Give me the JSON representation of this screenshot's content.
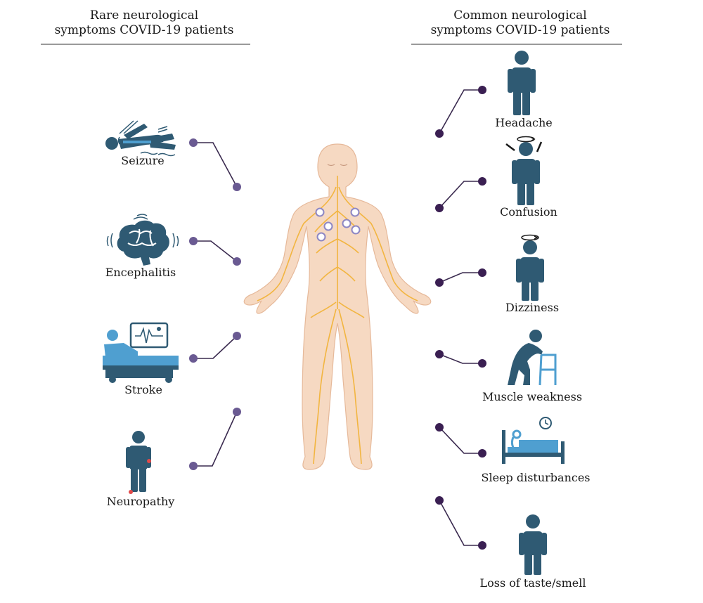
{
  "headings": {
    "rare": [
      "Rare neurological",
      "symptoms COVID-19 patients"
    ],
    "common": [
      "Common neurological",
      "symptoms COVID-19 patients"
    ]
  },
  "rare_symptoms": [
    {
      "label": "Seizure",
      "icon": "seizure-icon"
    },
    {
      "label": "Encephalitis",
      "icon": "brain-icon"
    },
    {
      "label": "Stroke",
      "icon": "hospital-bed-monitor-icon"
    },
    {
      "label": "Neuropathy",
      "icon": "person-nerve-pain-icon"
    }
  ],
  "common_symptoms": [
    {
      "label": "Headache",
      "icon": "person-icon"
    },
    {
      "label": "Confusion",
      "icon": "person-confusion-icon"
    },
    {
      "label": "Dizziness",
      "icon": "person-dizzy-icon"
    },
    {
      "label": "Muscle weakness",
      "icon": "person-walker-icon"
    },
    {
      "label": "Sleep disturbances",
      "icon": "bed-clock-icon"
    },
    {
      "label": "Loss of taste/smell",
      "icon": "person-icon"
    }
  ],
  "colors": {
    "icon": "#2f5a73",
    "icon_light": "#4f9fd0",
    "connector_line": "#3a2a4f",
    "dot_rare": "#6a5a92",
    "dot_common": "#3a1f52",
    "body": "#f6d9c2",
    "nerves": "#f2b540",
    "virus": "#8d87c4"
  }
}
